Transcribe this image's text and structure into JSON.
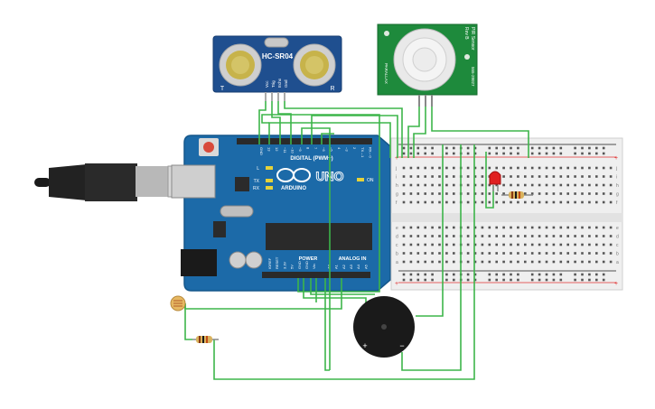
{
  "canvas": {
    "background": "#ffffff"
  },
  "ultrasonic": {
    "model": "HC-SR04",
    "left_mark": "T",
    "right_mark": "R",
    "pins": [
      "Vcc",
      "Trig",
      "Echo",
      "Gnd"
    ],
    "color": "#1f4f8f"
  },
  "pir": {
    "title": "PIR Sensor",
    "rev": "Rev B",
    "left_text": "PARALLAX",
    "right_text": "555-28027",
    "color": "#1e8a3c"
  },
  "arduino": {
    "logo": "UNO",
    "brand": "ARDUINO",
    "digital_header": "DIGITAL (PWM~)",
    "power_header": "POWER",
    "analog_header": "ANALOG IN",
    "leds": [
      "L",
      "TX",
      "RX"
    ],
    "on_label": "ON",
    "aref_label": "AREF",
    "digital_pins": [
      "GND",
      "13",
      "12",
      "~11",
      "~10",
      "~9",
      "8",
      "7",
      "~6",
      "~5",
      "4",
      "~3",
      "2",
      "TX→1",
      "RX←0"
    ],
    "power_pins": [
      "IOREF",
      "RESET",
      "3.3V",
      "5V",
      "GND",
      "GND",
      "Vin"
    ],
    "analog_pins": [
      "A0",
      "A1",
      "A2",
      "A3",
      "A4",
      "A5"
    ],
    "color": "#1c6aa8"
  },
  "breadboard": {
    "row_letters_top": [
      "j",
      "i",
      "h",
      "g",
      "f"
    ],
    "row_letters_bottom": [
      "e",
      "d",
      "c",
      "b",
      "a"
    ],
    "plus": "+",
    "minus": "−",
    "columns": 30
  },
  "buzzer": {
    "plus": "+",
    "minus": "−"
  },
  "wire_color": "#3db54a",
  "rail_red": "#e03030"
}
